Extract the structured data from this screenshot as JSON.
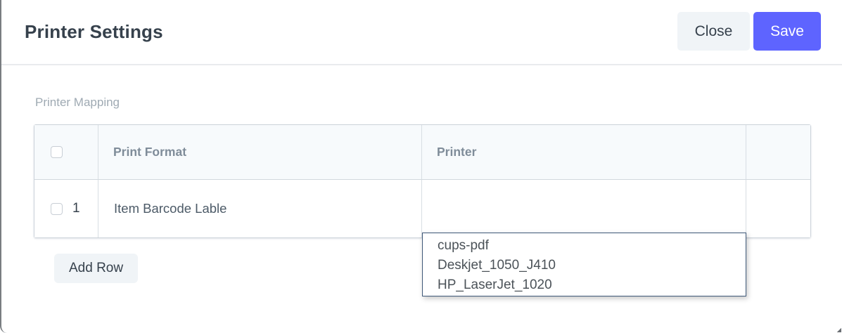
{
  "dialog": {
    "title": "Printer Settings",
    "buttons": {
      "close": "Close",
      "save": "Save"
    }
  },
  "printer_mapping": {
    "section_label": "Printer Mapping",
    "add_row_label": "Add Row",
    "table": {
      "columns": {
        "print_format": "Print Format",
        "printer": "Printer"
      },
      "rows": [
        {
          "idx": "1",
          "print_format": "Item Barcode Lable",
          "printer_value": ""
        }
      ]
    },
    "printer_dropdown": {
      "options": [
        "cups-pdf",
        "Deskjet_1050_J410",
        "HP_LaserJet_1020"
      ]
    }
  },
  "colors": {
    "primary": "#5e64ff",
    "button_secondary_bg": "#f0f4f7",
    "heading_text": "#36414c",
    "muted_text": "#8d99a6",
    "table_border": "#d1d8dd",
    "table_header_bg": "#f7fafc",
    "dropdown_border": "#3f5878"
  }
}
